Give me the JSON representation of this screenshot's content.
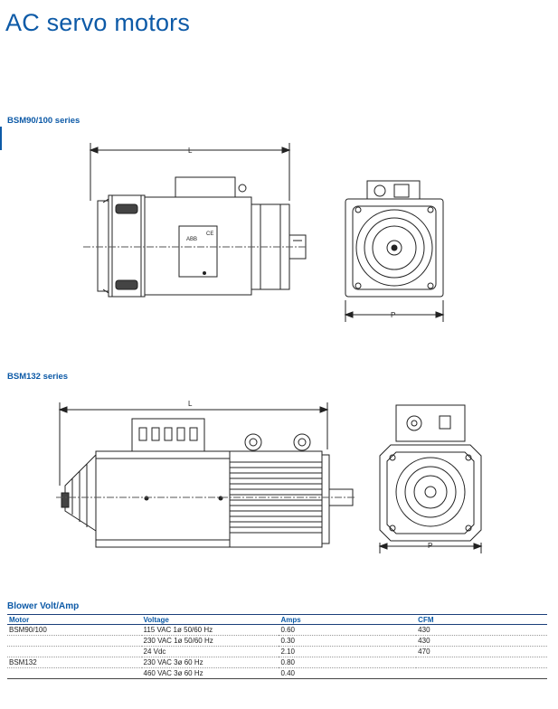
{
  "title": "AC servo motors",
  "sections": [
    {
      "label": "BSM90/100 series",
      "dim_length": "L",
      "dim_square": "P"
    },
    {
      "label": "BSM132 series",
      "dim_length": "L",
      "dim_square": "P"
    }
  ],
  "motor_plate": {
    "brand": "ABB",
    "mark": "CE"
  },
  "blower_table": {
    "title": "Blower Volt/Amp",
    "headers": [
      "Motor",
      "Voltage",
      "Amps",
      "CFM"
    ],
    "rows": [
      [
        "BSM90/100",
        "115 VAC 1ø 50/60 Hz",
        "0.60",
        "430"
      ],
      [
        "",
        "230 VAC 1ø 50/60 Hz",
        "0.30",
        "430"
      ],
      [
        "",
        "24 Vdc",
        "2.10",
        "470"
      ],
      [
        "BSM132",
        "230 VAC 3ø 60 Hz",
        "0.80",
        ""
      ],
      [
        "",
        "460 VAC 3ø 60 Hz",
        "0.40",
        ""
      ]
    ]
  }
}
